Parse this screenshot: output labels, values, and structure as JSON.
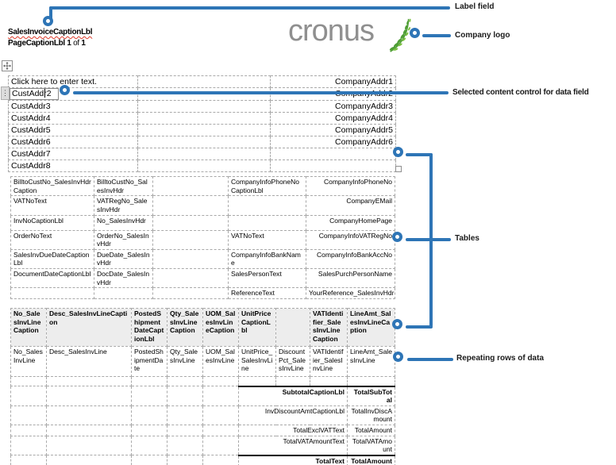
{
  "page": {
    "title_lbl": "SalesInvoiceCaptionLbl",
    "page_caption_lbl": "PageCaptionLbl",
    "page_num_a": "1",
    "of_text": "of",
    "page_num_b": "1",
    "logo_text": "cronus",
    "leaf_icon": "leaf-icon"
  },
  "annotations": {
    "label_field": "Label field",
    "company_logo": "Company logo",
    "selected_content_control": "Selected content control for data field",
    "tables": "Tables",
    "repeating_rows": "Repeating rows of data"
  },
  "colors": {
    "callout_blue": "#2E75B6",
    "leaf_green": "#4f9e36",
    "logo_gray": "#8f8f8f",
    "table_header_bg": "#ededed",
    "table_border": "#a9a9a9",
    "spellcheck_red": "#dd3a2a"
  },
  "address_table": {
    "placeholder": "Click here to enter text.",
    "selected": {
      "row": 1,
      "col": 0
    },
    "rows": [
      [
        "Click here to enter text.",
        "",
        "CompanyAddr1"
      ],
      [
        "CustAddr2",
        "",
        "CompanyAddr2"
      ],
      [
        "CustAddr3",
        "",
        "CompanyAddr3"
      ],
      [
        "CustAddr4",
        "",
        "CompanyAddr4"
      ],
      [
        "CustAddr5",
        "",
        "CompanyAddr5"
      ],
      [
        "CustAddr6",
        "",
        "CompanyAddr6"
      ],
      [
        "CustAddr7",
        "",
        ""
      ],
      [
        "CustAddr8",
        "",
        ""
      ]
    ]
  },
  "info_table": {
    "rows": [
      [
        "BilltoCustNo_SalesInvHdrCaption",
        "BilltoCustNo_SalesInvHdr",
        "",
        "CompanyInfoPhoneNoCaptionLbl",
        "CompanyInfoPhoneNo"
      ],
      [
        "VATNoText",
        "VATRegNo_SalesInvHdr",
        "",
        "",
        "CompanyEMail"
      ],
      [
        "InvNoCaptionLbl",
        "No_SalesInvHdr",
        "",
        "",
        "CompanyHomePage"
      ],
      [
        "OrderNoText",
        "OrderNo_SalesInvHdr",
        "",
        "VATNoText",
        "CompanyInfoVATRegNo"
      ],
      [
        "SalesInvDueDateCaptionLbl",
        "DueDate_SalesInvHdr",
        "",
        "CompanyInfoBankName",
        "CompanyInfoBankAccNo"
      ],
      [
        "DocumentDateCaptionLbl",
        "DocDate_SalesInvHdr",
        "",
        "SalesPersonText",
        "SalesPurchPersonName"
      ],
      [
        "",
        "",
        "",
        "ReferenceText",
        "YourReference_SalesInvHdr"
      ]
    ]
  },
  "lines_table": {
    "header": [
      "No_SalesInvLineCaption",
      "Desc_SalesInvLineCaption",
      "PostedShipmentDateCaptionLbl",
      "Qty_SalesInvLineCaption",
      "UOM_SalesInvLineCaption",
      "UnitPriceCaptionLbl",
      "",
      "VATIdentifier_SalesInvLineCaption",
      "LineAmt_SalesInvLineCaption"
    ],
    "data_row": [
      "No_SalesInvLine",
      "Desc_SalesInvLine",
      "PostedShipmentDate",
      "Qty_SalesInvLine",
      "UOM_SalesInvLine",
      "UnitPrice_SalesInvLine",
      "DiscountPct_SalesInvLine",
      "VATIdentifier_SalesInvLine",
      "LineAmt_SalesInvLine"
    ],
    "totals": [
      {
        "label": "SubtotalCaptionLbl",
        "value": "TotalSubTotal",
        "bold": true,
        "top_border": true,
        "bottom_border": false
      },
      {
        "label": "InvDiscountAmtCaptionLbl",
        "value": "TotalInvDiscAmount",
        "bold": false,
        "top_border": false,
        "bottom_border": false
      },
      {
        "label": "TotalExclVATText",
        "value": "TotalAmount",
        "bold": false,
        "top_border": false,
        "bottom_border": false
      },
      {
        "label": "TotalVATAmountText",
        "value": "TotalVATAmount",
        "bold": false,
        "top_border": false,
        "bottom_border": false
      },
      {
        "label": "TotalText",
        "value": "TotalAmountInclVAT",
        "bold": true,
        "top_border": true,
        "bottom_border": true
      }
    ]
  }
}
